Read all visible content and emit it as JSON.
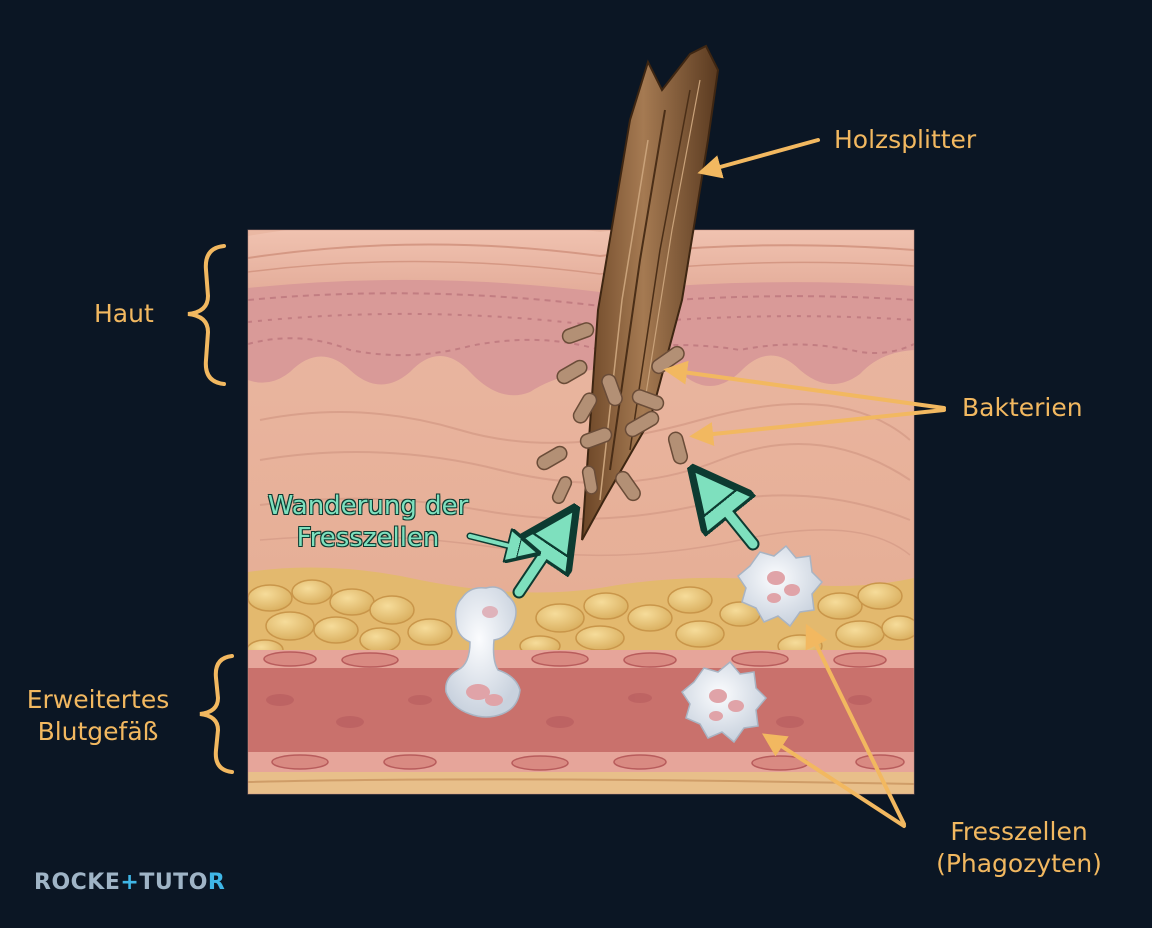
{
  "labels": {
    "holzsplitter": "Holzsplitter",
    "haut": "Haut",
    "bakterien": "Bakterien",
    "wanderung_line1": "Wanderung der",
    "wanderung_line2": "Fresszellen",
    "blutgefaess_line1": "Erweitertes",
    "blutgefaess_line2": "Blutgefäß",
    "fresszellen_line1": "Fresszellen",
    "fresszellen_line2": "(Phagozyten)"
  },
  "logo": {
    "part1": "ROCKE",
    "plus": "+",
    "part2": "TUTO",
    "part3": "R"
  },
  "colors": {
    "background": "#0b1624",
    "label_orange": "#f2b860",
    "label_green": "#7ee0be",
    "skin": "#e8b4a0",
    "fat": "#e9c57d",
    "vessel": "#c9716c",
    "wood": "#8a5e3a",
    "bacteria": "#b39075",
    "phagocyte": "#e6ebf1"
  }
}
